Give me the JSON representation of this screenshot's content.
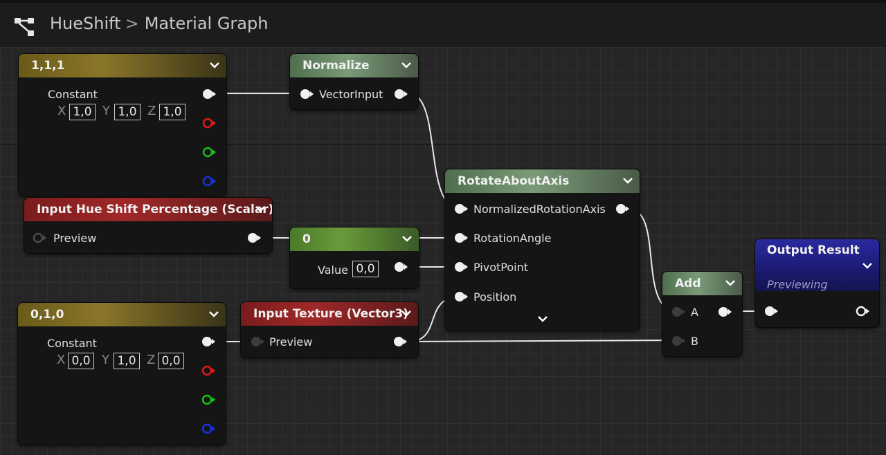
{
  "breadcrumb": {
    "root": "HueShift",
    "separator": ">",
    "current": "Material Graph"
  },
  "nodes": {
    "const1": {
      "title": "1,1,1",
      "label": "Constant",
      "x_label": "X",
      "x": "1,0",
      "y_label": "Y",
      "y": "1,0",
      "z_label": "Z",
      "z": "1,0"
    },
    "normalize": {
      "title": "Normalize",
      "input": "VectorInput"
    },
    "hue_input": {
      "title": "Input Hue Shift Percentage (Scalar)",
      "preview": "Preview"
    },
    "zero": {
      "title": "0",
      "value_label": "Value",
      "value": "0,0"
    },
    "rotate": {
      "title": "RotateAboutAxis",
      "pins": [
        "NormalizedRotationAxis",
        "RotationAngle",
        "PivotPoint",
        "Position"
      ]
    },
    "const2": {
      "title": "0,1,0",
      "label": "Constant",
      "x_label": "X",
      "x": "0,0",
      "y_label": "Y",
      "y": "1,0",
      "z_label": "Z",
      "z": "0,0"
    },
    "texture": {
      "title": "Input Texture (Vector3)",
      "preview": "Preview"
    },
    "add": {
      "title": "Add",
      "a": "A",
      "b": "B"
    },
    "output": {
      "title": "Output Result",
      "status": "Previewing"
    }
  },
  "colors": {
    "pin_white": "#f0f0f0",
    "pin_red": "#e01818",
    "pin_green": "#18c018",
    "pin_blue": "#1830e0",
    "wire": "#e8e8e8",
    "output_header": "#2a2aa0"
  },
  "icons": [
    "graph-icon",
    "chevron-down-icon",
    "pin-icon"
  ]
}
